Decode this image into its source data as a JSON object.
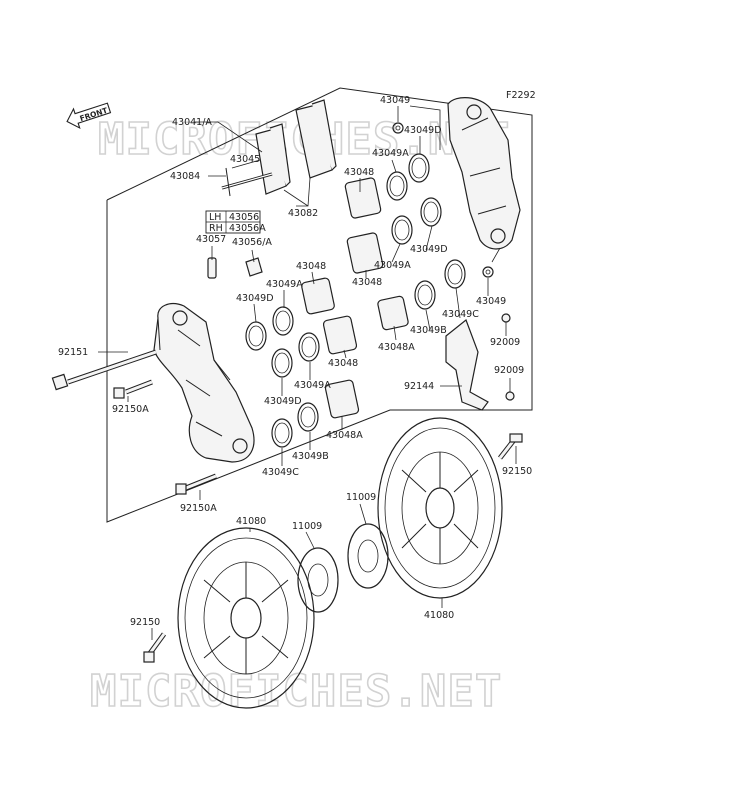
{
  "figure_code": "F2292",
  "front_tag": "FRONT",
  "watermark": "MICROFICHES.NET",
  "lh_rh_box": {
    "lh_tag": "LH",
    "lh_part": "43056",
    "rh_tag": "RH",
    "rh_part": "43056A"
  },
  "part_labels": [
    "43041/A",
    "43045",
    "43084",
    "43082",
    "43048",
    "43049",
    "43049D",
    "43049A",
    "43049D",
    "43049A",
    "43048",
    "43049",
    "43057",
    "43056/A",
    "43048",
    "43049A",
    "43049D",
    "43049C",
    "43049B",
    "92009",
    "43048A",
    "92151",
    "43048",
    "92150A",
    "43049A",
    "43049D",
    "92144",
    "92009",
    "43048A",
    "43049C",
    "43049B",
    "92150",
    "92150A",
    "11009",
    "41080",
    "11009",
    "41080",
    "92150"
  ]
}
